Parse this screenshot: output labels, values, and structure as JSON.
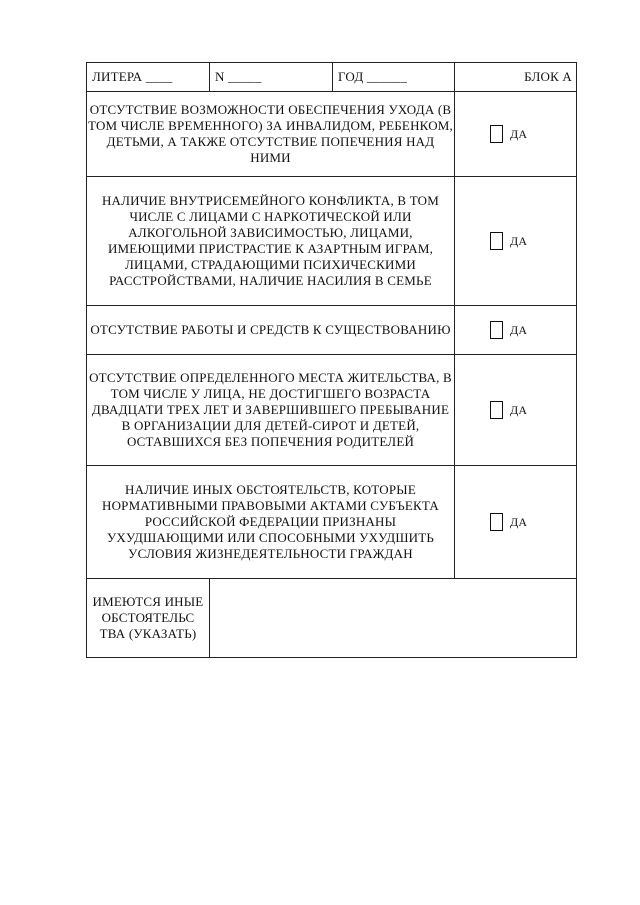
{
  "header": {
    "litera": "ЛИТЕРА ____",
    "number": "N _____",
    "year": "ГОД ______",
    "block": "БЛОК А"
  },
  "rows": [
    {
      "text": "ОТСУТСТВИЕ ВОЗМОЖНОСТИ ОБЕСПЕЧЕНИЯ УХОДА (В ТОМ ЧИСЛЕ ВРЕМЕННОГО) ЗА ИНВАЛИДОМ, РЕБЕНКОМ, ДЕТЬМИ, А ТАКЖЕ ОТСУТСТВИЕ ПОПЕЧЕНИЯ НАД НИМИ",
      "answer": "ДА"
    },
    {
      "text": "НАЛИЧИЕ ВНУТРИСЕМЕЙНОГО КОНФЛИКТА, В ТОМ ЧИСЛЕ С ЛИЦАМИ С НАРКОТИЧЕСКОЙ ИЛИ АЛКОГОЛЬНОЙ ЗАВИСИМОСТЬЮ, ЛИЦАМИ, ИМЕЮЩИМИ ПРИСТРАСТИЕ К АЗАРТНЫМ ИГРАМ, ЛИЦАМИ, СТРАДАЮЩИМИ ПСИХИЧЕСКИМИ РАССТРОЙСТВАМИ, НАЛИЧИЕ НАСИЛИЯ В СЕМЬЕ",
      "answer": "ДА"
    },
    {
      "text": "ОТСУТСТВИЕ РАБОТЫ И СРЕДСТВ К СУЩЕСТВОВАНИЮ",
      "answer": "ДА"
    },
    {
      "text": "ОТСУТСТВИЕ ОПРЕДЕЛЕННОГО МЕСТА ЖИТЕЛЬСТВА, В ТОМ ЧИСЛЕ У ЛИЦА, НЕ ДОСТИГШЕГО ВОЗРАСТА ДВАДЦАТИ ТРЕХ ЛЕТ И ЗАВЕРШИВШЕГО ПРЕБЫВАНИЕ В ОРГАНИЗАЦИИ ДЛЯ ДЕТЕЙ-СИРОТ И ДЕТЕЙ, ОСТАВШИХСЯ БЕЗ ПОПЕЧЕНИЯ РОДИТЕЛЕЙ",
      "answer": "ДА"
    },
    {
      "text": "НАЛИЧИЕ ИНЫХ ОБСТОЯТЕЛЬСТВ, КОТОРЫЕ НОРМАТИВНЫМИ ПРАВОВЫМИ АКТАМИ СУБЪЕКТА РОССИЙСКОЙ ФЕДЕРАЦИИ ПРИЗНАНЫ УХУДШАЮЩИМИ ИЛИ СПОСОБНЫМИ УХУДШИТЬ УСЛОВИЯ ЖИЗНЕДЕЯТЕЛЬНОСТИ ГРАЖДАН",
      "answer": "ДА"
    }
  ],
  "other": {
    "label": "ИМЕЮТСЯ ИНЫЕ ОБСТОЯТЕЛЬС ТВА (УКАЗАТЬ)",
    "value": ""
  }
}
